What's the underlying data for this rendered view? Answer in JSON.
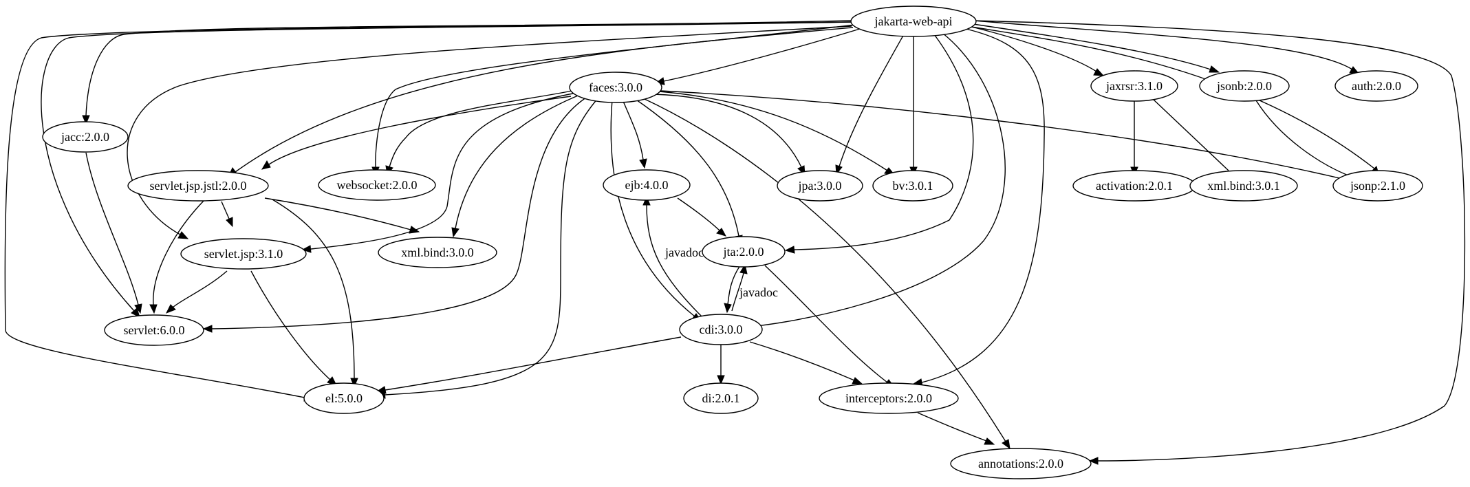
{
  "graph": {
    "nodes": {
      "jakarta_web_api": "jakarta-web-api",
      "faces": "faces:3.0.0",
      "jaxrsr": "jaxrsr:3.1.0",
      "jsonb": "jsonb:2.0.0",
      "auth": "auth:2.0.0",
      "jacc": "jacc:2.0.0",
      "servlet_jsp_jstl": "servlet.jsp.jstl:2.0.0",
      "websocket": "websocket:2.0.0",
      "ejb": "ejb:4.0.0",
      "jpa": "jpa:3.0.0",
      "bv": "bv:3.0.1",
      "activation": "activation:2.0.1",
      "xml_bind_301": "xml.bind:3.0.1",
      "jsonp": "jsonp:2.1.0",
      "servlet_jsp": "servlet.jsp:3.1.0",
      "xml_bind_300": "xml.bind:3.0.0",
      "jta": "jta:2.0.0",
      "servlet": "servlet:6.0.0",
      "cdi": "cdi:3.0.0",
      "el": "el:5.0.0",
      "di": "di:2.0.1",
      "interceptors": "interceptors:2.0.0",
      "annotations": "annotations:2.0.0"
    },
    "edge_labels": {
      "cdi_to_ejb": "javadoc",
      "cdi_to_jta": "javadoc"
    }
  }
}
